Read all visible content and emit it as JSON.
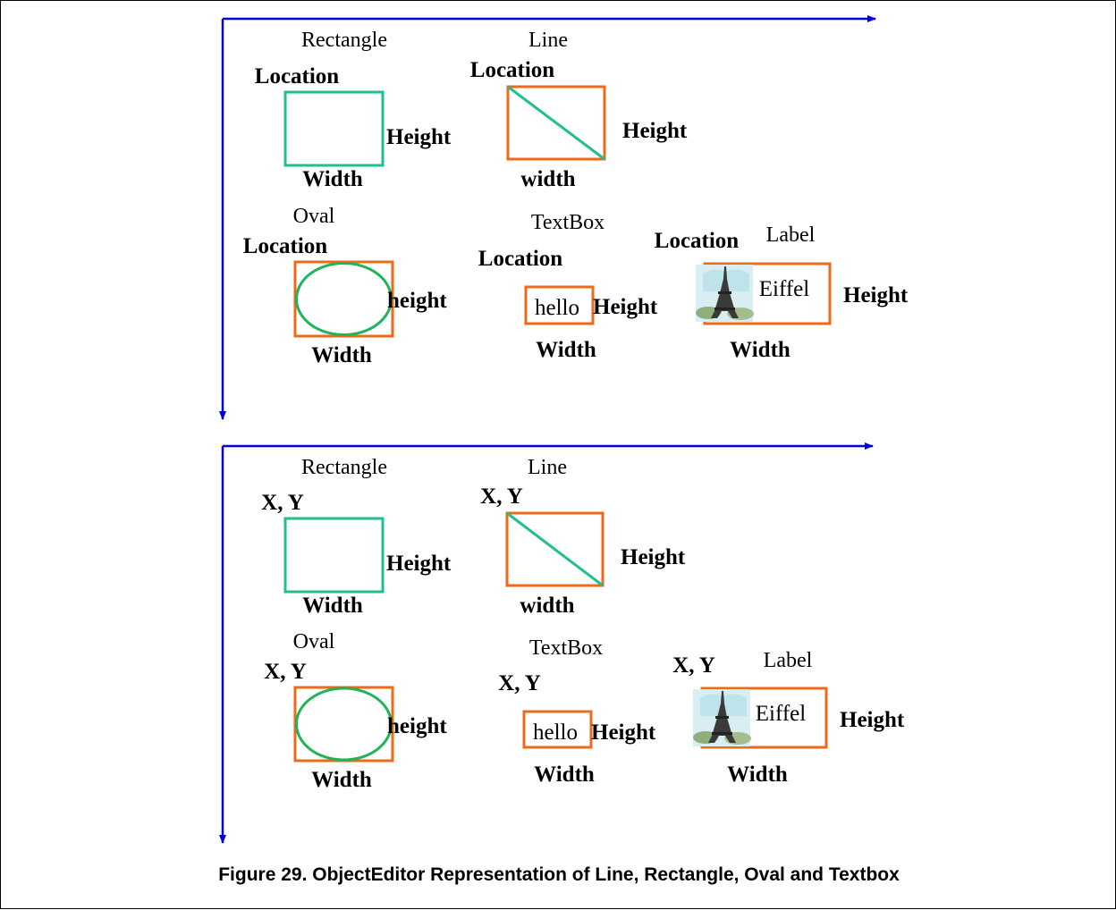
{
  "colors": {
    "axis": "#0000dd",
    "teal": "#1fbf8f",
    "orange": "#ee6a18",
    "green": "#20b35a"
  },
  "panels": [
    {
      "rectangle": {
        "title": "Rectangle",
        "loc": "Location",
        "height": "Height",
        "width": "Width"
      },
      "line": {
        "title": "Line",
        "loc": "Location",
        "height": "Height",
        "width": "width"
      },
      "oval": {
        "title": "Oval",
        "loc": "Location",
        "height": "height",
        "width": "Width"
      },
      "textbox": {
        "title": "TextBox",
        "loc": "Location",
        "text": "hello",
        "height": "Height",
        "width": "Width"
      },
      "label": {
        "title": "Label",
        "loc": "Location",
        "text": "Eiffel",
        "height": "Height",
        "width": "Width",
        "icon": "eiffel-tower-icon"
      }
    },
    {
      "rectangle": {
        "title": "Rectangle",
        "loc": "X, Y",
        "height": "Height",
        "width": "Width"
      },
      "line": {
        "title": "Line",
        "loc": "X, Y",
        "height": "Height",
        "width": "width"
      },
      "oval": {
        "title": "Oval",
        "loc": "X, Y",
        "height": "height",
        "width": "Width"
      },
      "textbox": {
        "title": "TextBox",
        "loc": "X, Y",
        "text": "hello",
        "height": "Height",
        "width": "Width"
      },
      "label": {
        "title": "Label",
        "loc": "X, Y",
        "text": "Eiffel",
        "height": "Height",
        "width": "Width",
        "icon": "eiffel-tower-icon"
      }
    }
  ],
  "caption": "Figure 29. ObjectEditor Representation of Line, Rectangle, Oval and Textbox"
}
